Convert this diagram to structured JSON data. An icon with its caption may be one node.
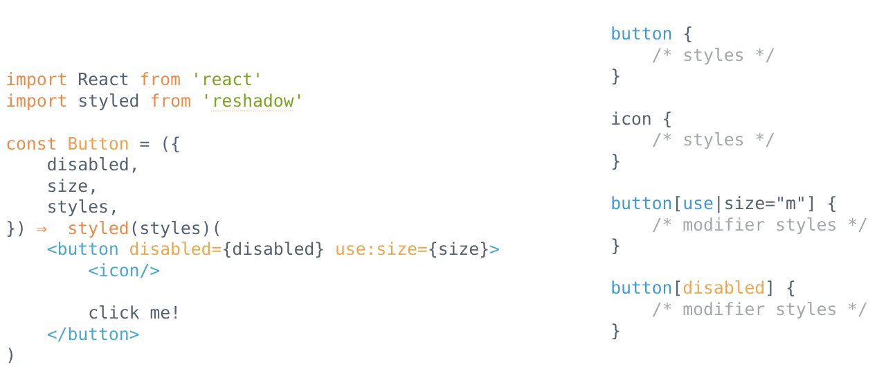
{
  "diagram": {
    "labels": [
      "import",
      "React",
      "from",
      "'react'",
      "import",
      "styled",
      "from",
      "'reshadow'",
      "const",
      "Button",
      "= ({",
      "disabled,",
      "size,",
      "styles,",
      "})",
      "⇒",
      "styled",
      "(styles)(",
      "<button",
      "disabled=",
      "{disabled}",
      "use:size=",
      "{size}",
      ">",
      "<icon/>",
      "click me!",
      "</button>",
      ")",
      "button",
      "{",
      "/*",
      "styles */",
      "}",
      "icon",
      "{",
      "/*",
      "styles */",
      "}",
      "button",
      "[",
      "use",
      "|size=\"m\"]",
      "{",
      "/*",
      "modifier styles */",
      "}",
      "button",
      "[",
      "disabled",
      "]",
      "{",
      "/*",
      "modifier styles */",
      "}"
    ]
  }
}
